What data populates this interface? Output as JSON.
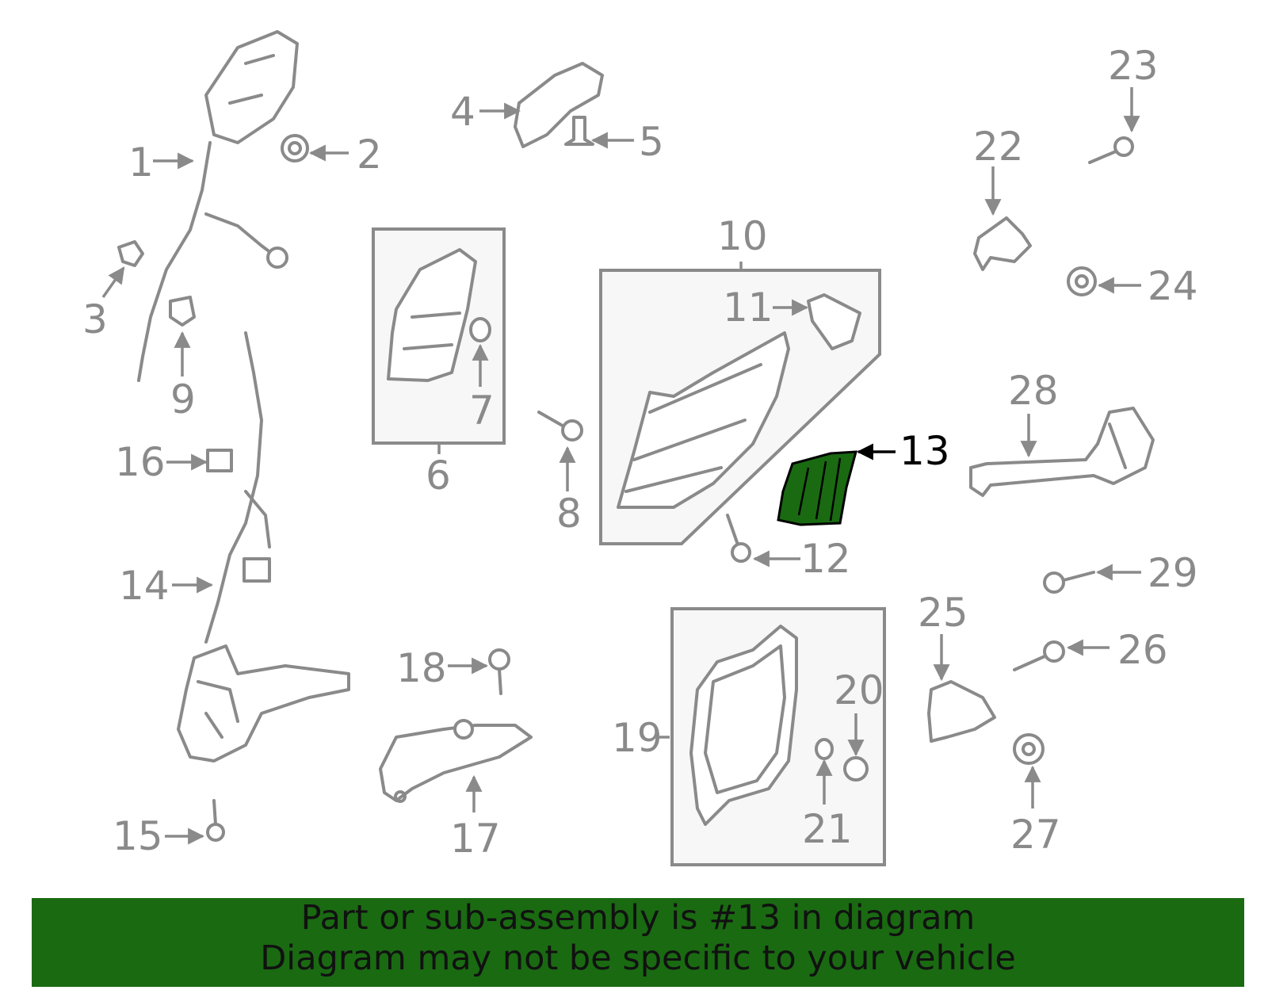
{
  "colors": {
    "highlight": "#1a6a12",
    "banner": "#1a6a12",
    "line_gray": "#8a8a8a",
    "box_fill": "#f7f7f7",
    "highlight_label": "#000000"
  },
  "highlighted_part": "13",
  "labels": [
    "1",
    "2",
    "3",
    "4",
    "5",
    "6",
    "7",
    "8",
    "9",
    "10",
    "11",
    "12",
    "13",
    "14",
    "15",
    "16",
    "17",
    "18",
    "19",
    "20",
    "21",
    "22",
    "23",
    "24",
    "25",
    "26",
    "27",
    "28",
    "29"
  ],
  "banner": {
    "line1": "Part or sub-assembly is #13 in diagram",
    "line2": "Diagram may not be specific to your vehicle"
  }
}
